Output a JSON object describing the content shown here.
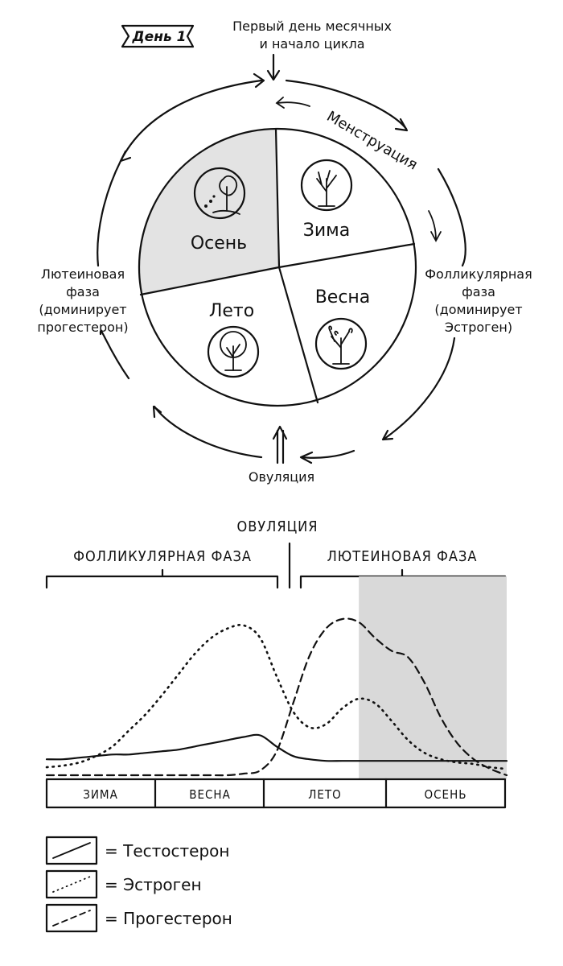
{
  "cycle_diagram": {
    "day_badge": "День 1",
    "top_note": [
      "Первый день месячных",
      "и начало цикла"
    ],
    "menstruation_label": "Менструация",
    "follicular_label": [
      "Фолликулярная",
      "фаза",
      "(доминирует",
      "Эстроген)"
    ],
    "luteal_label": [
      "Лютеиновая",
      "фаза",
      "(доминирует",
      "прогестерон)"
    ],
    "ovulation_label": "Овуляция",
    "seasons": {
      "autumn": "Осень",
      "winter": "Зима",
      "spring": "Весна",
      "summer": "Лето"
    },
    "highlight_color": "#e3e3e3",
    "icons": [
      "autumn-tree-icon",
      "winter-tree-icon",
      "spring-tree-icon",
      "summer-tree-icon"
    ]
  },
  "hormone_chart": {
    "ovulation_title": "ОВУЛЯЦИЯ",
    "follicular_phase": "ФОЛЛИКУЛЯРНАЯ ФАЗА",
    "luteal_phase": "ЛЮТЕИНОВАЯ ФАЗА",
    "season_bar": [
      "ЗИМА",
      "ВЕСНА",
      "ЛЕТО",
      "ОСЕНЬ"
    ],
    "legend": [
      {
        "label": "= Тестостерон",
        "style": "solid"
      },
      {
        "label": "= Эстроген",
        "style": "dotted"
      },
      {
        "label": "= Прогестерон",
        "style": "dashed"
      }
    ]
  },
  "chart_data": {
    "type": "line",
    "x": [
      0,
      1,
      2,
      3,
      4,
      5,
      6,
      7,
      8,
      9,
      10,
      11,
      12,
      13,
      14,
      15,
      16,
      17,
      18,
      19,
      20,
      21,
      22,
      23,
      24,
      25,
      26,
      27,
      28
    ],
    "series": [
      {
        "name": "Тестостерон",
        "style": "solid",
        "values": [
          0.1,
          0.1,
          0.11,
          0.12,
          0.13,
          0.13,
          0.14,
          0.15,
          0.16,
          0.18,
          0.2,
          0.22,
          0.24,
          0.25,
          0.18,
          0.12,
          0.1,
          0.09,
          0.09,
          0.09,
          0.09,
          0.09,
          0.09,
          0.09,
          0.09,
          0.09,
          0.09,
          0.09,
          0.09
        ]
      },
      {
        "name": "Эстроген",
        "style": "dotted",
        "values": [
          0.05,
          0.06,
          0.08,
          0.12,
          0.18,
          0.28,
          0.38,
          0.5,
          0.63,
          0.76,
          0.86,
          0.92,
          0.94,
          0.86,
          0.62,
          0.4,
          0.3,
          0.32,
          0.42,
          0.48,
          0.45,
          0.34,
          0.22,
          0.14,
          0.1,
          0.08,
          0.07,
          0.05,
          0.04
        ]
      },
      {
        "name": "Прогестерон",
        "style": "dashed",
        "values": [
          0.0,
          0.0,
          0.0,
          0.0,
          0.0,
          0.0,
          0.0,
          0.0,
          0.0,
          0.0,
          0.0,
          0.0,
          0.01,
          0.03,
          0.15,
          0.45,
          0.75,
          0.92,
          0.98,
          0.96,
          0.86,
          0.78,
          0.74,
          0.58,
          0.36,
          0.2,
          0.1,
          0.04,
          0.0
        ]
      }
    ],
    "ylim": [
      0,
      1
    ],
    "shaded_region": [
      19,
      28
    ],
    "grid": false
  }
}
